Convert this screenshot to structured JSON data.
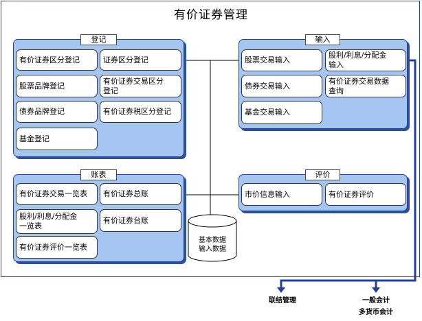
{
  "title": "有价证券管理",
  "groups": {
    "register": {
      "title": "登记",
      "items": [
        "有价证券区分登记",
        "证券区分登记",
        "股票品牌登记",
        "有价证券交易区分\n登记",
        "债券品牌登记",
        "有价证券税区分登记",
        "基金登记"
      ]
    },
    "input": {
      "title": "输入",
      "items": [
        "股票交易输入",
        "股利/利息/分配金\n输入",
        "债券交易输入",
        "有价证券交易数据\n查询",
        "基金交易输入"
      ]
    },
    "ledger": {
      "title": "账表",
      "items": [
        "有价证券交易一览表",
        "有价证券总账",
        "股利/利息/分配金\n一览表",
        "有价证券台账",
        "有价证券评价一览表"
      ]
    },
    "evaluation": {
      "title": "评价",
      "items": [
        "市价信息输入",
        "有价证券评价"
      ]
    }
  },
  "database": "基本数据\n输入数据",
  "outputs": [
    "联结管理",
    "一般会计\n多货币会计"
  ],
  "colors": {
    "panel": "#a4c6f0",
    "border": "#24459f",
    "arrow": "#1f3fa8"
  }
}
